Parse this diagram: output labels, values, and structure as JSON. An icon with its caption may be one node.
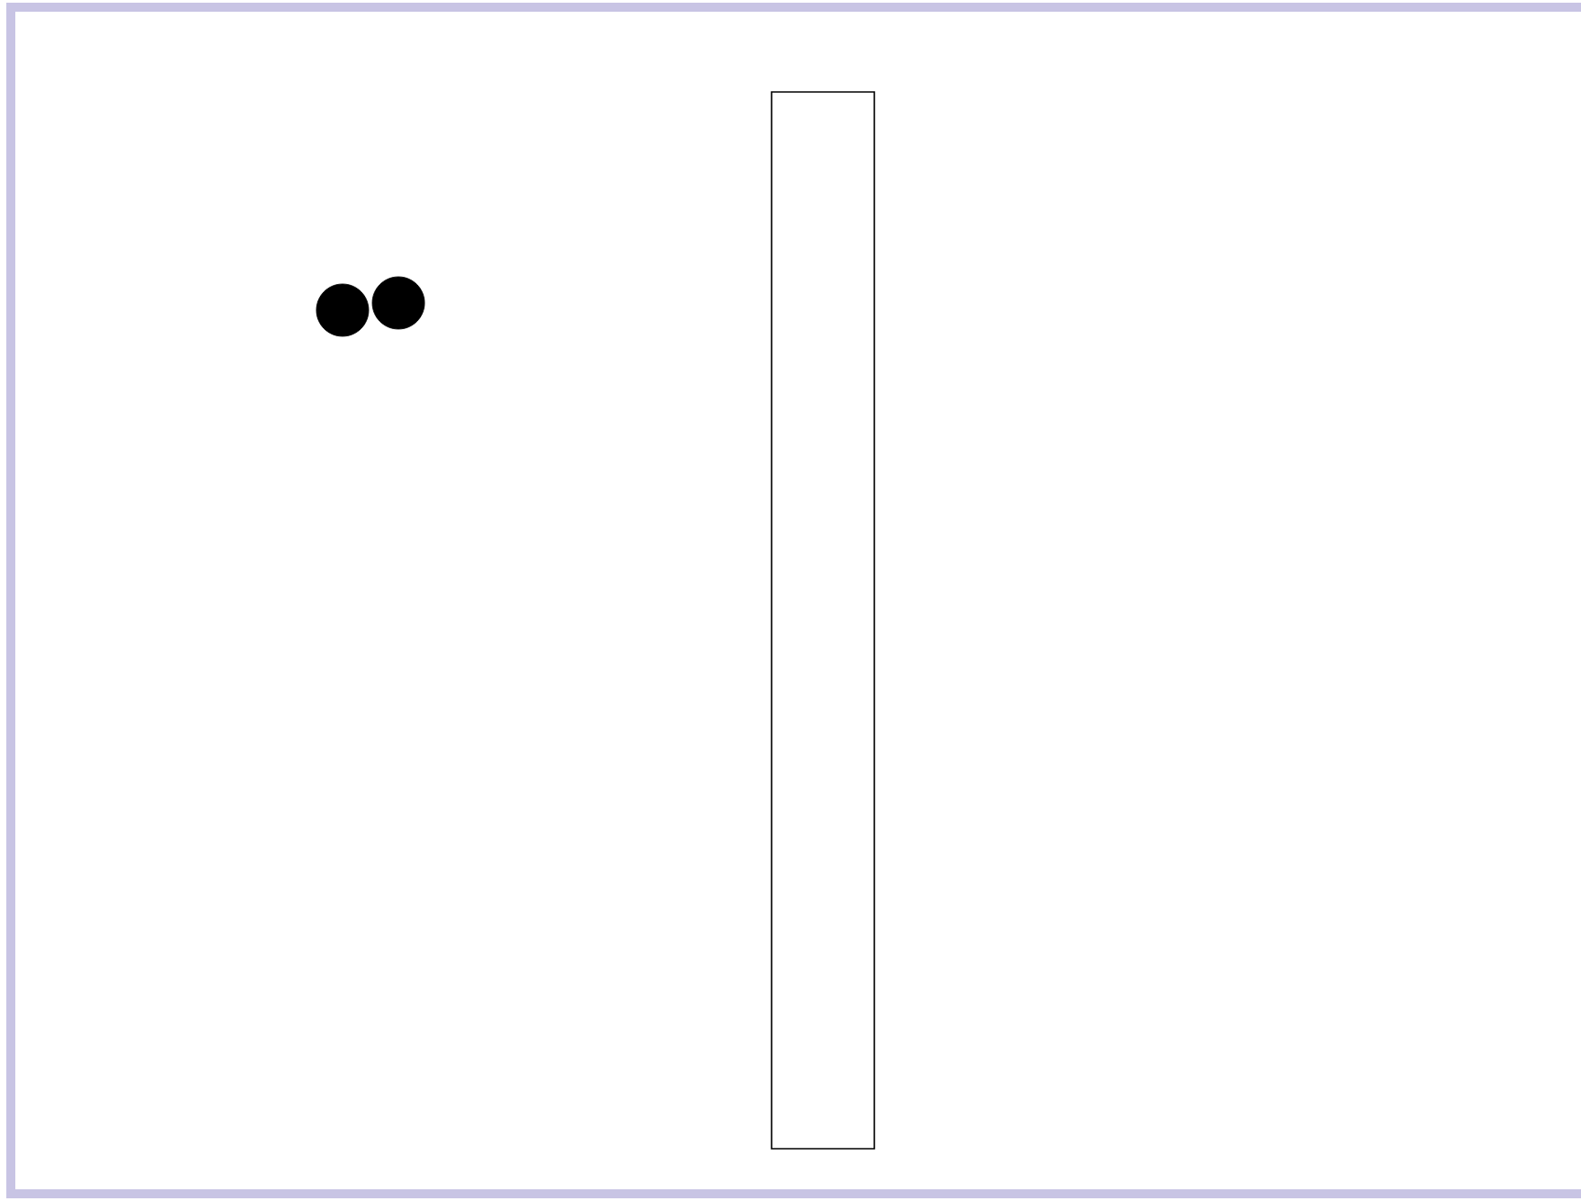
{
  "diagram": {
    "nodes": [
      {
        "text": [],
        "shape": "circle"
      },
      {
        "text": [],
        "shape": "circle"
      },
      {
        "text": [],
        "shape": "bar"
      }
    ]
  }
}
